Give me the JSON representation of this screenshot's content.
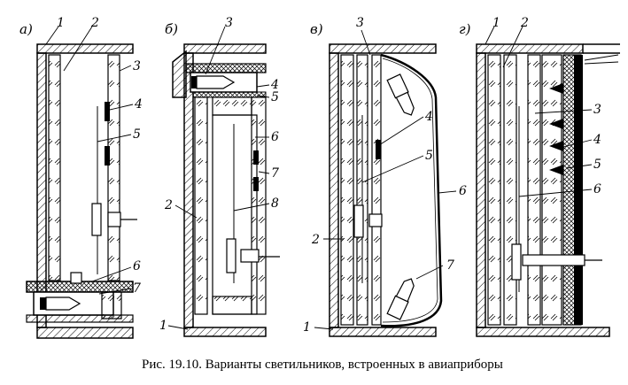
{
  "panels": [
    {
      "id": "a",
      "letter": "а)",
      "labels": {
        "1": "1",
        "2": "2",
        "3": "3",
        "4": "4",
        "5": "5",
        "6": "6",
        "7": "7"
      }
    },
    {
      "id": "b",
      "letter": "б)",
      "labels": {
        "1": "1",
        "2": "2",
        "3": "3",
        "4": "4",
        "5": "5",
        "6": "6",
        "7": "7",
        "8": "8"
      }
    },
    {
      "id": "v",
      "letter": "в)",
      "labels": {
        "1": "1",
        "2": "2",
        "3": "3",
        "4": "4",
        "5": "5",
        "6": "6",
        "7": "7"
      }
    },
    {
      "id": "g",
      "letter": "г)",
      "labels": {
        "1": "1",
        "2": "2",
        "3": "3",
        "4": "4",
        "5": "5",
        "6": "6"
      }
    }
  ],
  "caption": "Рис. 19.10. Варианты светильников, встроенных в авиаприборы"
}
